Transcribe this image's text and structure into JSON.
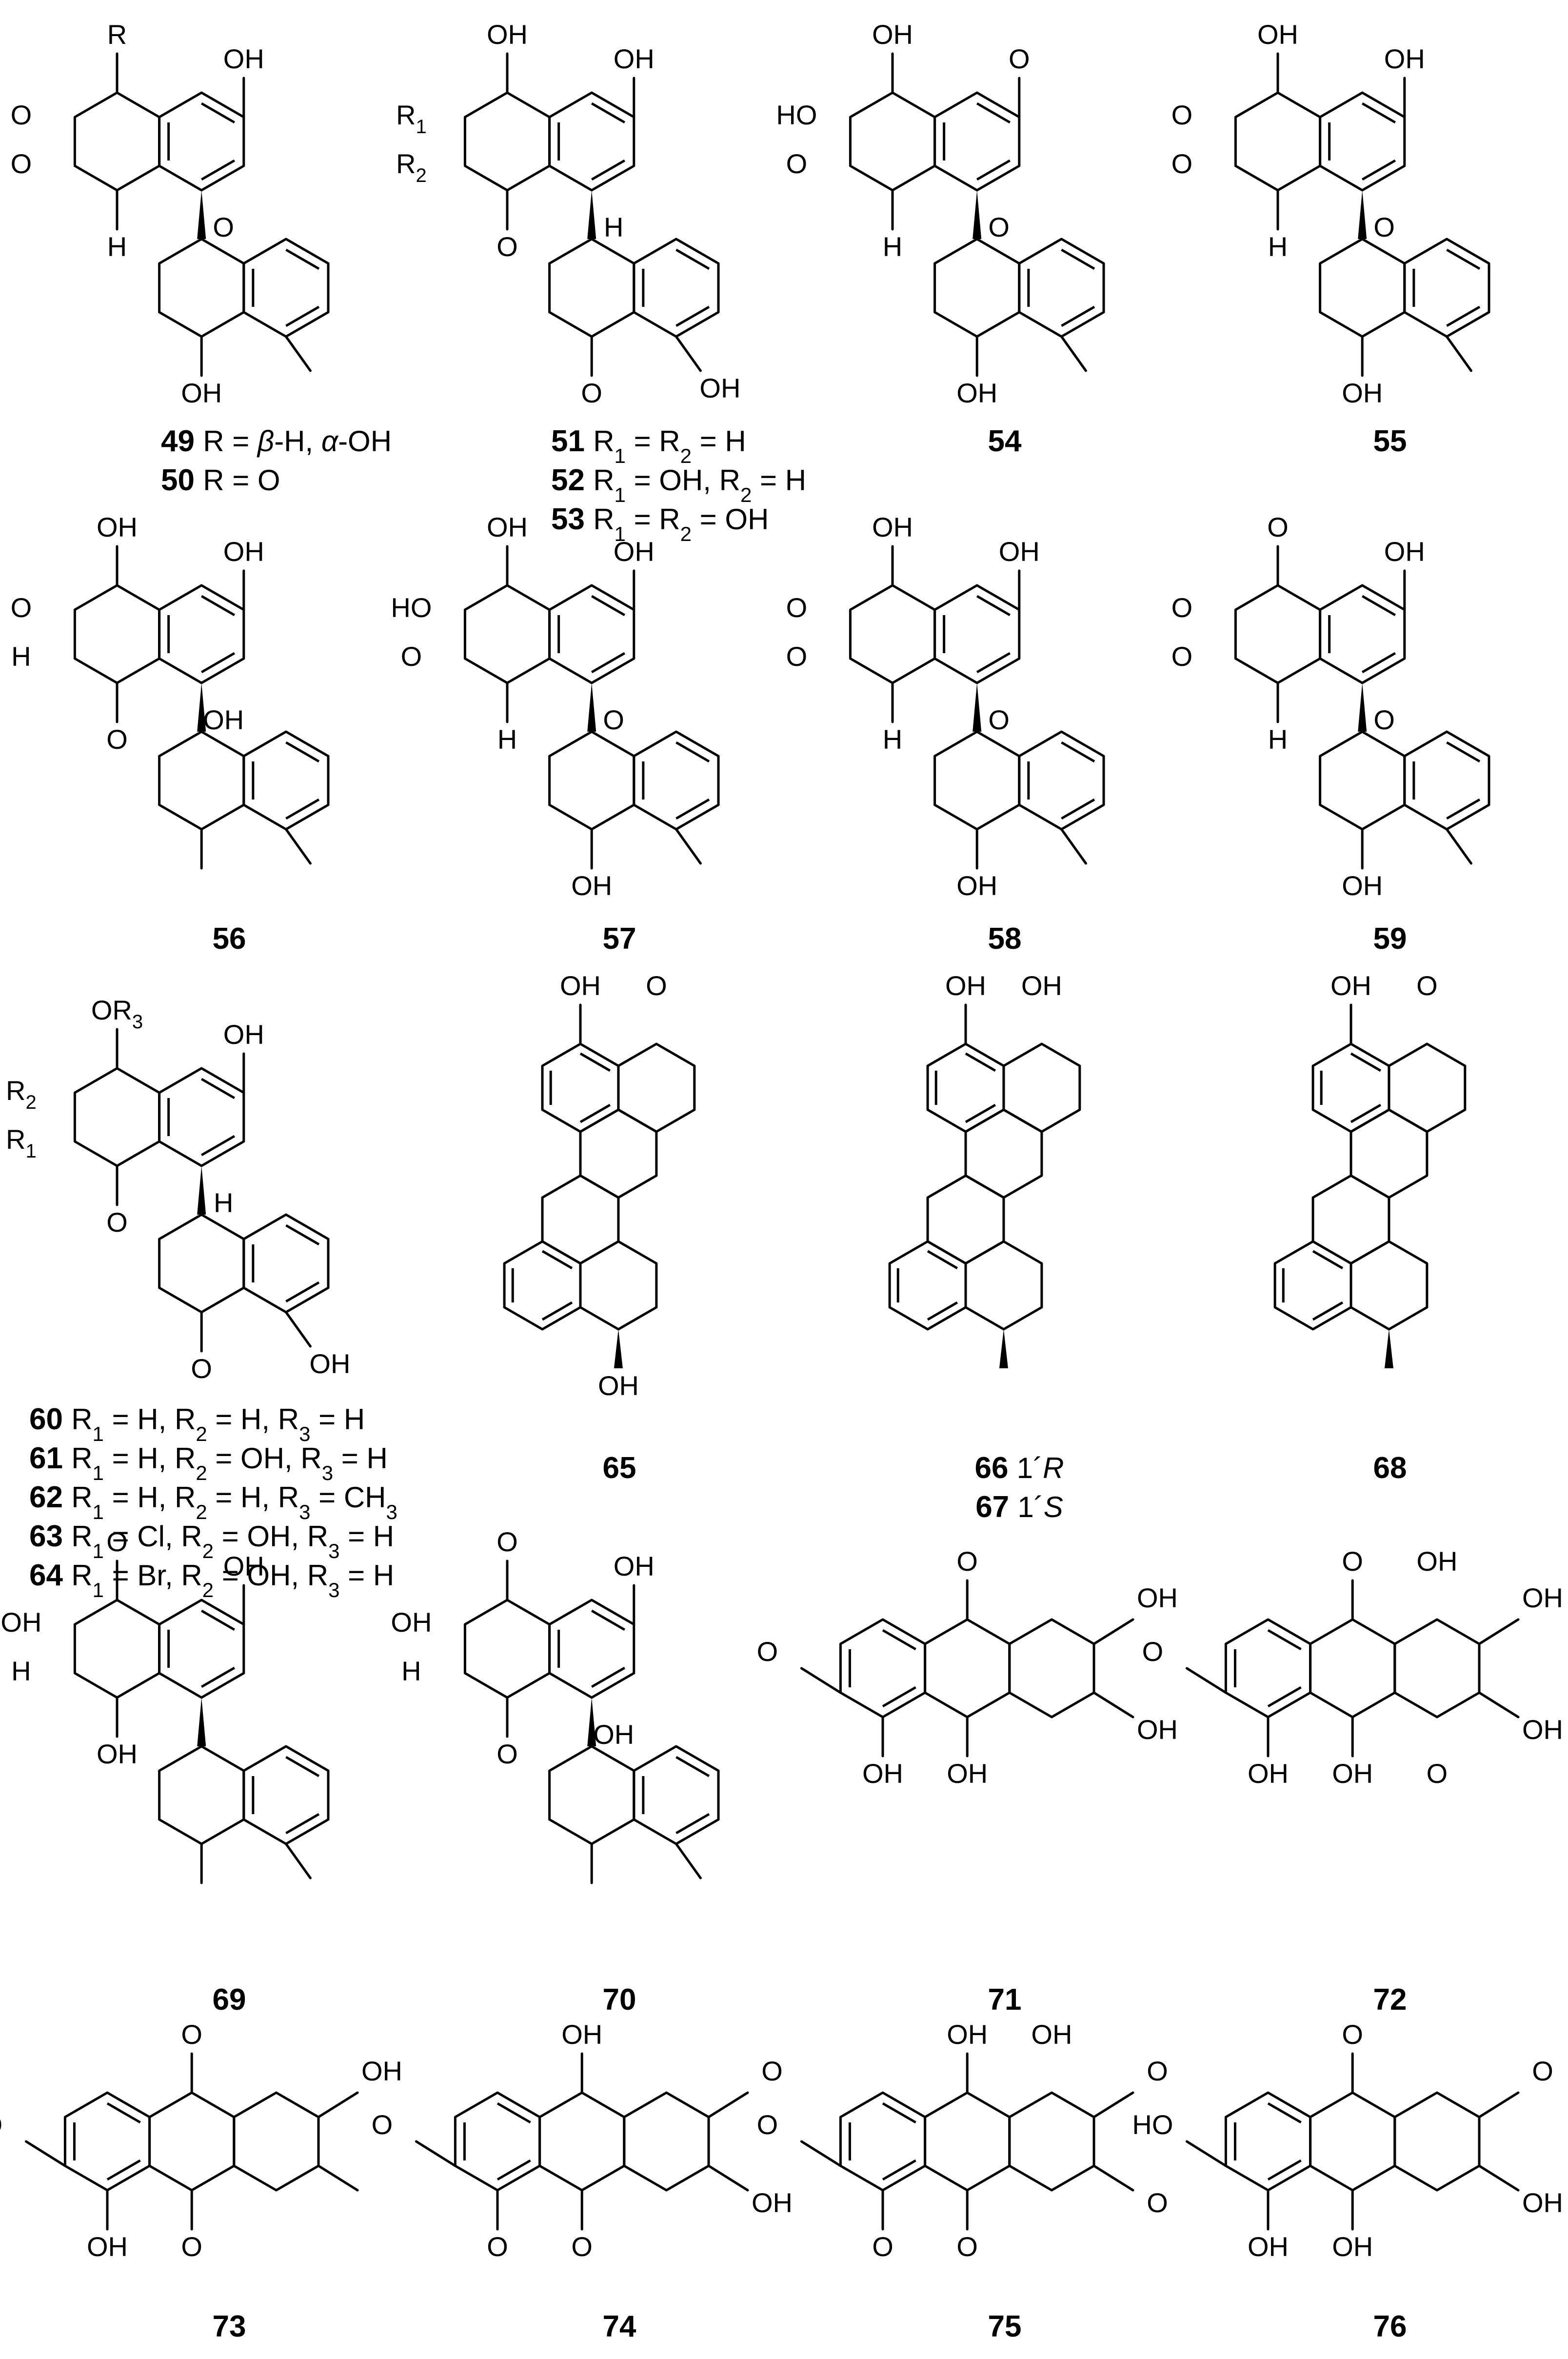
{
  "compounds": [
    {
      "id": "c49",
      "num": "49",
      "atoms": [
        "R",
        "OH",
        "O",
        "O",
        "H",
        "O",
        "OH"
      ]
    },
    {
      "id": "c51",
      "num": "51",
      "atoms": [
        "OH",
        "OH",
        "R1",
        "R2",
        "O",
        "H",
        "O",
        "OH"
      ]
    },
    {
      "id": "c54",
      "num": "54",
      "atoms": [
        "OH",
        "O",
        "HO",
        "O",
        "H",
        "O",
        "OH"
      ]
    },
    {
      "id": "c55",
      "num": "55",
      "atoms": [
        "OH",
        "OH",
        "O",
        "O",
        "H",
        "O",
        "OH"
      ]
    },
    {
      "id": "c56",
      "num": "56",
      "atoms": [
        "OH",
        "OH",
        "O",
        "H",
        "O",
        "OH"
      ]
    },
    {
      "id": "c57",
      "num": "57",
      "atoms": [
        "OH",
        "OH",
        "HO",
        "O",
        "H",
        "O",
        "OH"
      ]
    },
    {
      "id": "c58",
      "num": "58",
      "atoms": [
        "OH",
        "OH",
        "O",
        "O",
        "H",
        "O",
        "OH"
      ]
    },
    {
      "id": "c59",
      "num": "59",
      "atoms": [
        "O",
        "OH",
        "O",
        "O",
        "H",
        "O",
        "OH"
      ]
    },
    {
      "id": "c60",
      "num": "60",
      "atoms": [
        "OR3",
        "OH",
        "R2",
        "R1",
        "O",
        "H",
        "O",
        "OH"
      ]
    },
    {
      "id": "c65",
      "num": "65",
      "atoms": [
        "OH",
        "O",
        "OH"
      ]
    },
    {
      "id": "c66",
      "num": "66",
      "atoms": [
        "OH",
        "OH"
      ]
    },
    {
      "id": "c68",
      "num": "68",
      "atoms": [
        "OH",
        "O"
      ]
    },
    {
      "id": "c69",
      "num": "69",
      "atoms": [
        "O",
        "OH",
        "OH",
        "H",
        "OH"
      ]
    },
    {
      "id": "c70",
      "num": "70",
      "atoms": [
        "O",
        "OH",
        "OH",
        "H",
        "O",
        "OH"
      ]
    },
    {
      "id": "c71",
      "num": "71",
      "atoms": [
        "O",
        "O",
        "OH",
        "OH",
        "OH",
        "OH"
      ]
    },
    {
      "id": "c72",
      "num": "72",
      "atoms": [
        "O",
        "O",
        "OH",
        "OH",
        "OH",
        "OH",
        "OH",
        "O"
      ]
    },
    {
      "id": "c73",
      "num": "73",
      "atoms": [
        "O",
        "O",
        "OH",
        "O",
        "OH"
      ]
    },
    {
      "id": "c74",
      "num": "74",
      "atoms": [
        "O",
        "OH",
        "O",
        "O",
        "O",
        "OH"
      ]
    },
    {
      "id": "c75",
      "num": "75",
      "atoms": [
        "O",
        "OH",
        "O",
        "O",
        "O",
        "O",
        "OH"
      ]
    },
    {
      "id": "c76",
      "num": "76",
      "atoms": [
        "HO",
        "O",
        "OH",
        "OH",
        "O",
        "OH"
      ]
    }
  ],
  "substituent_lines": {
    "c49": [
      {
        "num": "49",
        "text": "R = β-H, α-OH"
      },
      {
        "num": "50",
        "text": "R = O"
      }
    ],
    "c51": [
      {
        "num": "51",
        "text": "R1 = R2 = H"
      },
      {
        "num": "52",
        "text": "R1 = OH, R2 = H"
      },
      {
        "num": "53",
        "text": "R1 = R2 = OH"
      }
    ],
    "c60": [
      {
        "num": "60",
        "text": "R1 = H, R2 = H, R3 = H"
      },
      {
        "num": "61",
        "text": "R1 = H, R2 = OH,  R3 = H"
      },
      {
        "num": "62",
        "text": "R1 = H, R2 = H, R3 = CH3"
      },
      {
        "num": "63",
        "text": "R1 = Cl, R2 = OH, R3 = H"
      },
      {
        "num": "64",
        "text": "R1 = Br, R2 = OH, R3 = H"
      }
    ],
    "c66": [
      {
        "num": "66",
        "text": "1´R"
      },
      {
        "num": "67",
        "text": "1´S"
      }
    ]
  },
  "colors": {
    "ink": "#000000",
    "background": "#ffffff"
  }
}
